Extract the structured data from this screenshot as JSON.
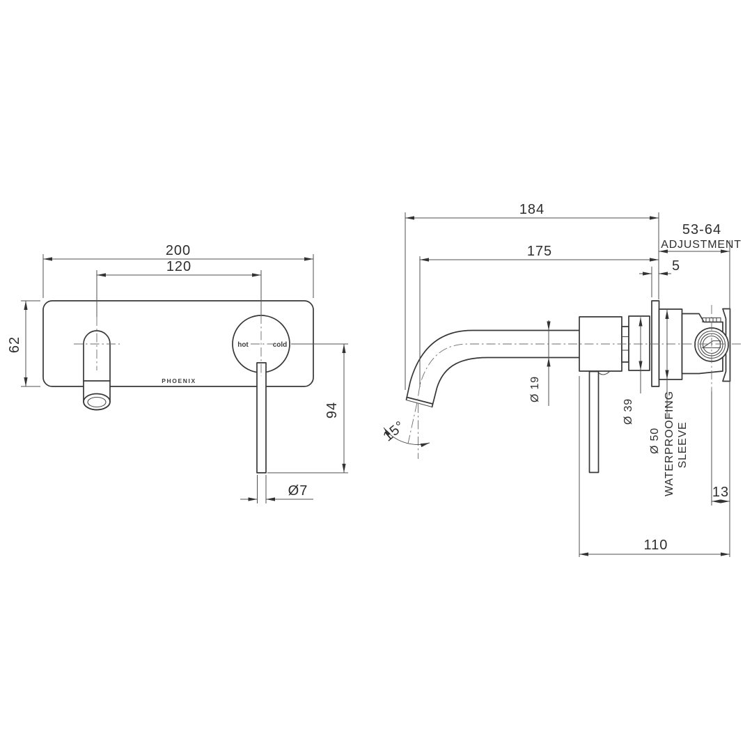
{
  "drawing": {
    "brand": "PHOENIX",
    "front_view": {
      "labels": {
        "hot": "hot",
        "cold": "cold"
      },
      "dims": {
        "plate_width": "200",
        "centres": "120",
        "plate_height": "62",
        "lever_length": "94",
        "lever_diameter": "Ø7"
      }
    },
    "side_view": {
      "dims": {
        "overall_projection": "184",
        "spout_projection": "175",
        "adjustment_range": "53-64",
        "adjustment_label": "ADJUSTMENT",
        "plate_thickness": "5",
        "spout_diameter": "Ø 19",
        "body_diameter": "Ø 39",
        "sleeve_diameter": "Ø 50",
        "sleeve_label_line1": "WATERPROOFING",
        "sleeve_label_line2": "SLEEVE",
        "centre_offset": "13",
        "body_depth": "110",
        "spout_angle": "15°"
      }
    }
  }
}
